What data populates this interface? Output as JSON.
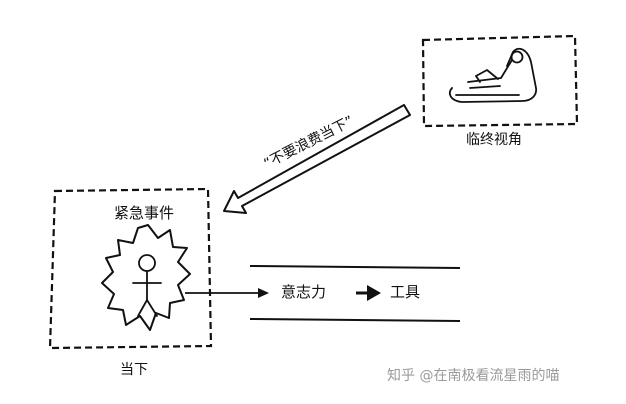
{
  "labels": {
    "deathbed_view": "临终视角",
    "emergency_event": "紧急事件",
    "present": "当下",
    "willpower": "意志力",
    "tool": "工具",
    "quote": "“不要浪费当下”"
  },
  "watermark": {
    "text": "知乎 @在南极看流星雨的喵"
  },
  "colors": {
    "ink": "#111111",
    "watermark": "#9a9a9a",
    "background": "#ffffff"
  }
}
